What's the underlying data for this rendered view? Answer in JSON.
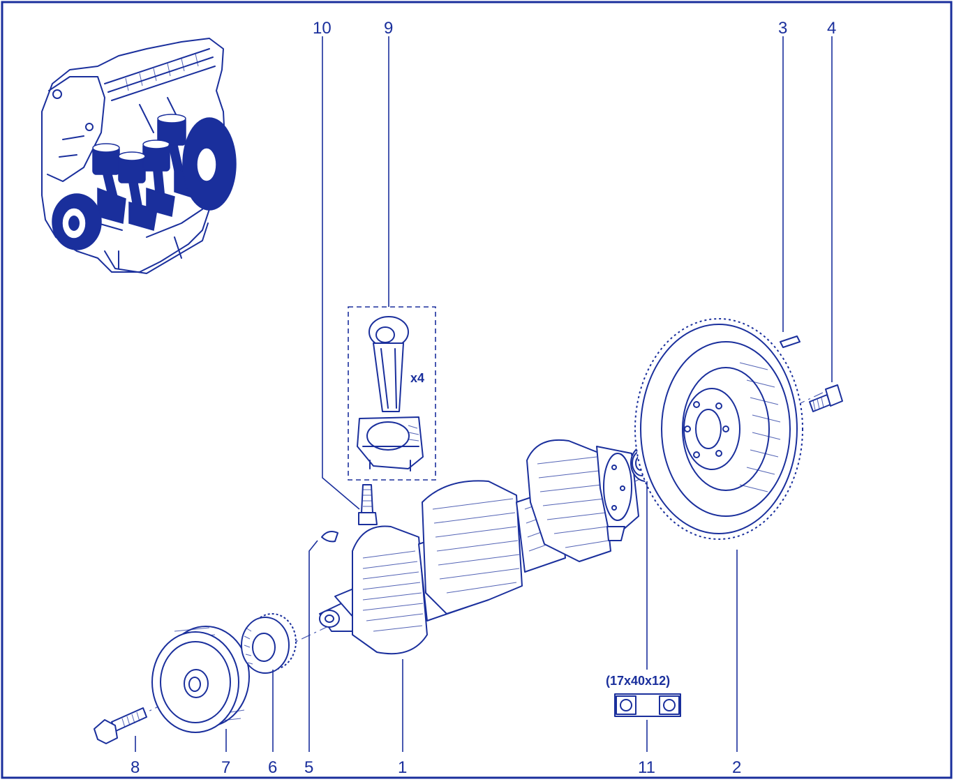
{
  "diagram": {
    "colors": {
      "ink": "#1a2f9c",
      "background": "#ffffff"
    },
    "callouts": {
      "c10": "10",
      "c9": "9",
      "c3": "3",
      "c4": "4",
      "c8": "8",
      "c7": "7",
      "c6": "6",
      "c5": "5",
      "c1": "1",
      "c11": "11",
      "c2": "2"
    },
    "qty_label": "x4",
    "bearing_size": "(17x40x12)",
    "parts": {
      "crankshaft": "1",
      "flywheel": "2",
      "dowel_pin": "3",
      "flywheel_bolt": "4",
      "woodruff_key": "5",
      "timing_gear": "6",
      "pulley": "7",
      "pulley_bolt": "8",
      "connecting_rod": "9",
      "rod_bolt": "10",
      "pilot_bearing": "11"
    }
  }
}
